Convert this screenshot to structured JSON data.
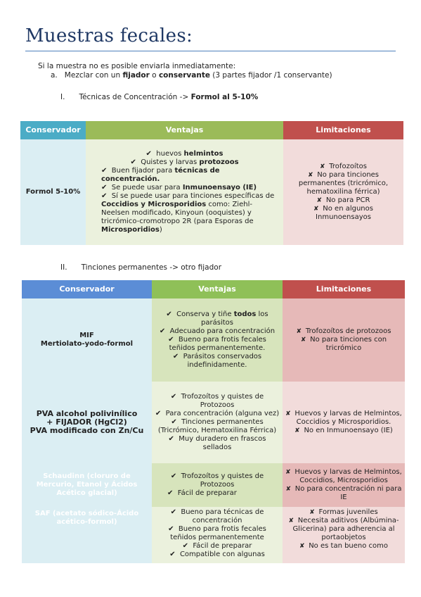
{
  "title": "Muestras fecales:",
  "intro": "Si la muestra no es posible enviarla inmediatamente:",
  "item_a": {
    "marker": "a.",
    "text_1": "Mezclar con un ",
    "fijador": "fijador",
    "text_2": " o ",
    "conservante": "conservante",
    "text_3": " (3 partes fijador /1 conservante)"
  },
  "section1": {
    "marker": "I.",
    "text": "Técnicas de Concentración -> ",
    "bold": "Formol al 5-10%"
  },
  "section2": {
    "marker": "II.",
    "text": "Tinciones permanentes -> otro fijador"
  },
  "table1": {
    "headers": [
      "Conservador",
      "Ventajas",
      "Limitaciones"
    ],
    "colors": {
      "h1": "#4bacc6",
      "h2": "#9bbb59",
      "h3": "#c0504d",
      "c1": "#dbeef3",
      "c2": "#ebf1dd",
      "c3": "#f2dcdb"
    },
    "row": {
      "conservador": "Formol 5-10%",
      "ventajas": [
        {
          "pre": "huevos ",
          "bold": "helmintos",
          "post": ""
        },
        {
          "pre": "Quistes y larvas ",
          "bold": "protozoos",
          "post": ""
        },
        {
          "pre": "Buen fijador para ",
          "bold": "técnicas de concentración.",
          "post": ""
        },
        {
          "pre": "Se puede usar para ",
          "bold": "Inmunoensayo (IE)",
          "post": ""
        },
        {
          "pre": "Sí se puede usar para tinciones específicas de ",
          "bold": "Coccidios y Microsporidios",
          "post": " como: Ziehl-Neelsen modificado, Kinyoun (ooquistes) y tricrómico-cromotropo 2R (para Esporas de ",
          "bold2": "Microsporidios",
          "post2": ")"
        }
      ],
      "limitaciones": [
        "Trofozoítos",
        "No para tinciones permanentes (tricrómico, hematoxilina férrica)",
        "No para PCR",
        "No en algunos Inmunoensayos"
      ]
    }
  },
  "table2": {
    "headers": [
      "Conservador",
      "Ventajas",
      "Limitaciones"
    ],
    "colors": {
      "h1": "#5b8dd6",
      "h2": "#8fc058",
      "h3": "#c0504d",
      "c1": "#dbeef3",
      "c2": "#d7e4bc",
      "c3": "#e6b9b8"
    },
    "rows": [
      {
        "conservador_1": "MIF",
        "conservador_2": "Mertiolato-yodo-formol",
        "ventajas": [
          {
            "pre": "Conserva y tiñe ",
            "bold": "todos",
            "post": " los parásitos"
          },
          {
            "pre": "Adecuado para concentración",
            "bold": "",
            "post": ""
          },
          {
            "pre": "Bueno para frotis fecales teñidos permanentemente.",
            "bold": "",
            "post": ""
          },
          {
            "pre": "Parásitos conservados indefinidamente.",
            "bold": "",
            "post": ""
          }
        ],
        "limitaciones": [
          "Trofozoítos de protozoos",
          "No para tinciones con tricrómico"
        ]
      },
      {
        "conservador_1": "PVA alcohol polivinílico",
        "conservador_2": "+ FIJADOR (HgCl2)",
        "conservador_3": "PVA modificado con Zn/Cu",
        "ventajas": [
          {
            "pre": "Trofozoítos y quistes de Protozoos",
            "bold": "",
            "post": ""
          },
          {
            "pre": "Para concentración (alguna vez)",
            "bold": "",
            "post": ""
          },
          {
            "pre": "Tinciones permanentes (Tricrómico, Hematoxilina Férrica)",
            "bold": "",
            "post": ""
          },
          {
            "pre": "Muy duradero en frascos sellados",
            "bold": "",
            "post": ""
          }
        ],
        "limitaciones": [
          "Huevos y larvas de Helmintos, Coccidios y Microsporidios.",
          "No en Inmunoensayo (IE)"
        ]
      },
      {
        "conservador_1": "Schaudinn (cloruro de Mercurio, Etanol y Ácidos Acético glacial)",
        "ventajas": [
          {
            "pre": "Trofozoítos y quistes de Protozoos",
            "bold": "",
            "post": ""
          },
          {
            "pre": "Fácil de preparar",
            "bold": "",
            "post": ""
          }
        ],
        "limitaciones": [
          "Huevos y larvas de Helmintos, Coccidios, Microsporidios",
          "No para concentración ni para IE"
        ]
      },
      {
        "conservador_1": "SAF (acetato sódico-Ácido acético-formol)",
        "ventajas": [
          {
            "pre": "Bueno para técnicas de concentración",
            "bold": "",
            "post": ""
          },
          {
            "pre": "Bueno para frotis fecales teñidos permanentemente",
            "bold": "",
            "post": ""
          },
          {
            "pre": "Fácil de preparar",
            "bold": "",
            "post": ""
          },
          {
            "pre": "Compatible con algunas",
            "bold": "",
            "post": ""
          }
        ],
        "limitaciones": [
          "Formas juveniles",
          "Necesita aditivos (Albúmina- Glicerina) para adherencia al portaobjetos",
          "No es tan bueno como"
        ]
      }
    ]
  }
}
